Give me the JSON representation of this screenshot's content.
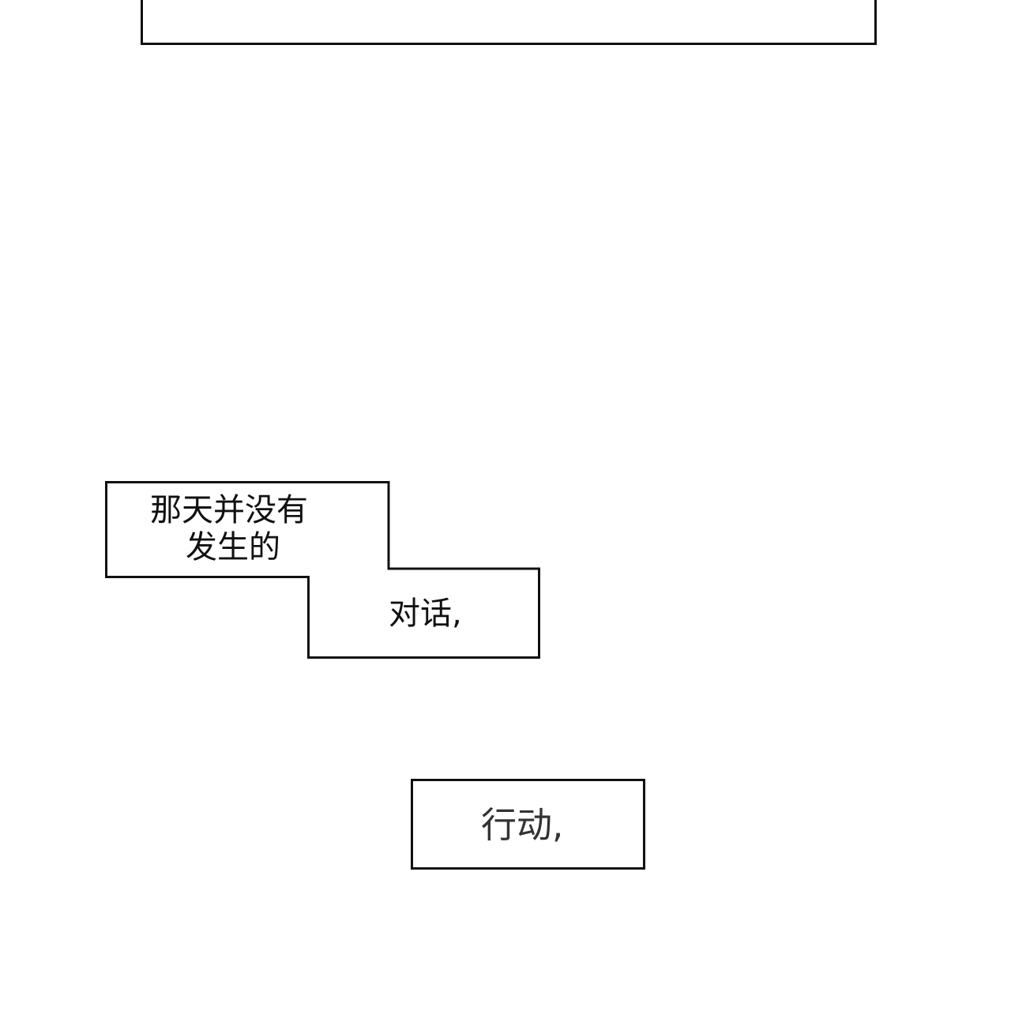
{
  "captions": {
    "connected_lines": [
      "那天并没有",
      "发生的",
      "对话,"
    ],
    "action": "行动,"
  },
  "colors": {
    "background": "#ffffff",
    "border": "#111111",
    "text": "#111111",
    "action_text": "#333333"
  }
}
